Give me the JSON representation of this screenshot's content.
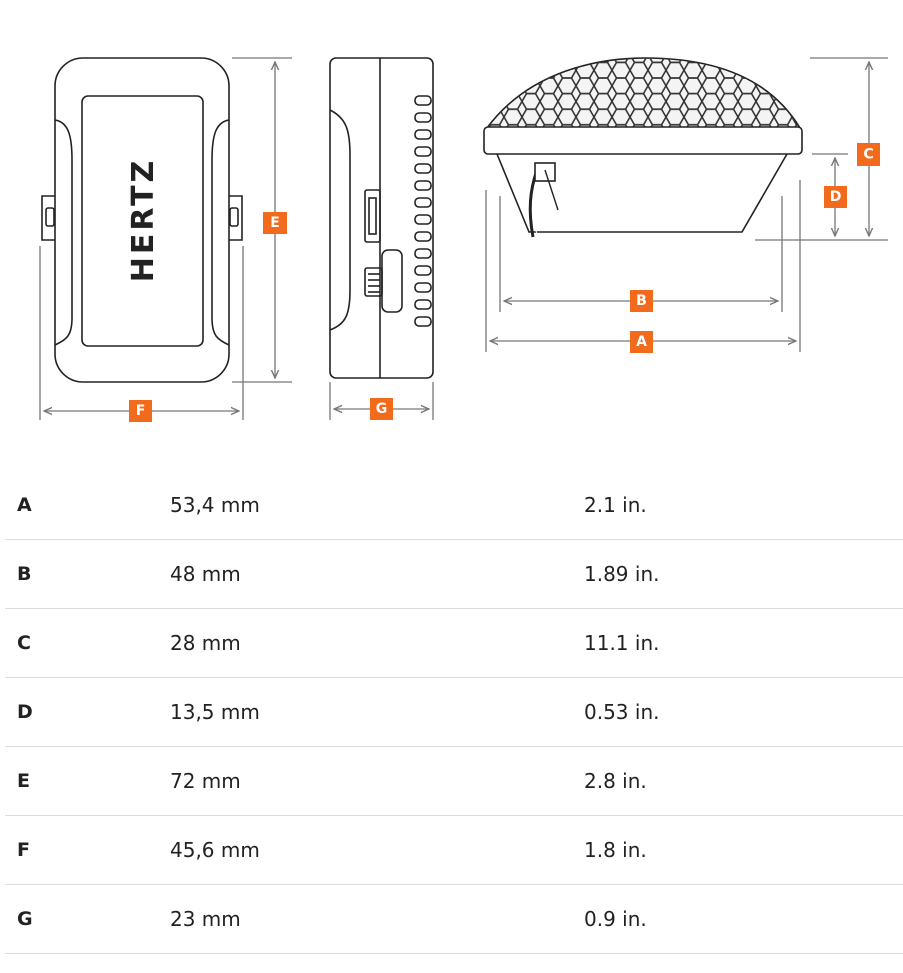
{
  "diagram": {
    "brand_logo": "HERTZ",
    "dimension_labels": [
      "A",
      "B",
      "C",
      "D",
      "E",
      "F",
      "G"
    ]
  },
  "table": {
    "rows": [
      {
        "key": "A",
        "mm": "53,4 mm",
        "inch": "2.1 in."
      },
      {
        "key": "B",
        "mm": "48 mm",
        "inch": "1.89 in."
      },
      {
        "key": "C",
        "mm": "28 mm",
        "inch": "11.1 in."
      },
      {
        "key": "D",
        "mm": "13,5 mm",
        "inch": "0.53 in."
      },
      {
        "key": "E",
        "mm": "72 mm",
        "inch": "2.8 in."
      },
      {
        "key": "F",
        "mm": "45,6 mm",
        "inch": "1.8 in."
      },
      {
        "key": "G",
        "mm": "23 mm",
        "inch": "0.9 in."
      }
    ]
  },
  "colors": {
    "accent": "#f26b1d",
    "line": "#222222",
    "divider": "#dcdcdc"
  }
}
